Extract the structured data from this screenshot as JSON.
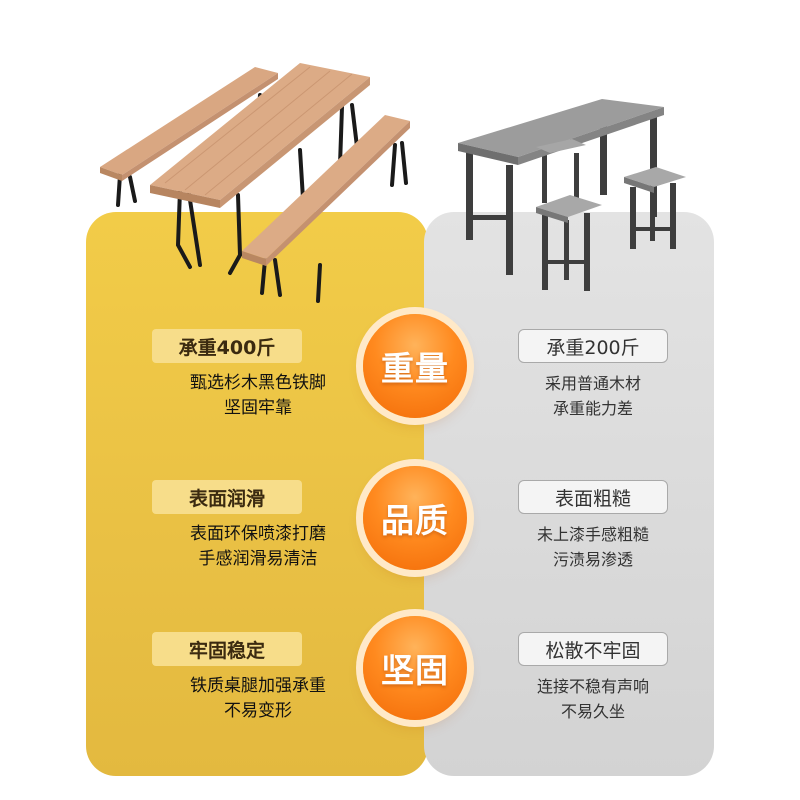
{
  "rows": [
    {
      "badge": "重量",
      "left": {
        "title": "承重400斤",
        "lines": [
          "甄选杉木黑色铁脚",
          "坚固牢靠"
        ]
      },
      "right": {
        "title": "承重200斤",
        "lines": [
          "采用普通木材",
          "承重能力差"
        ]
      }
    },
    {
      "badge": "品质",
      "left": {
        "title": "表面润滑",
        "lines": [
          "表面环保喷漆打磨",
          "手感润滑易清洁"
        ]
      },
      "right": {
        "title": "表面粗糙",
        "lines": [
          "未上漆手感粗糙",
          "污渍易渗透"
        ]
      }
    },
    {
      "badge": "坚固",
      "left": {
        "title": "牢固稳定",
        "lines": [
          "铁质桌腿加强承重",
          "不易变形"
        ]
      },
      "right": {
        "title": "松散不牢固",
        "lines": [
          "连接不稳有声响",
          "不易久坐"
        ]
      }
    }
  ],
  "colors": {
    "left_panel": "#eec545",
    "right_panel": "#dadada",
    "badge": "#ff8a1f"
  }
}
